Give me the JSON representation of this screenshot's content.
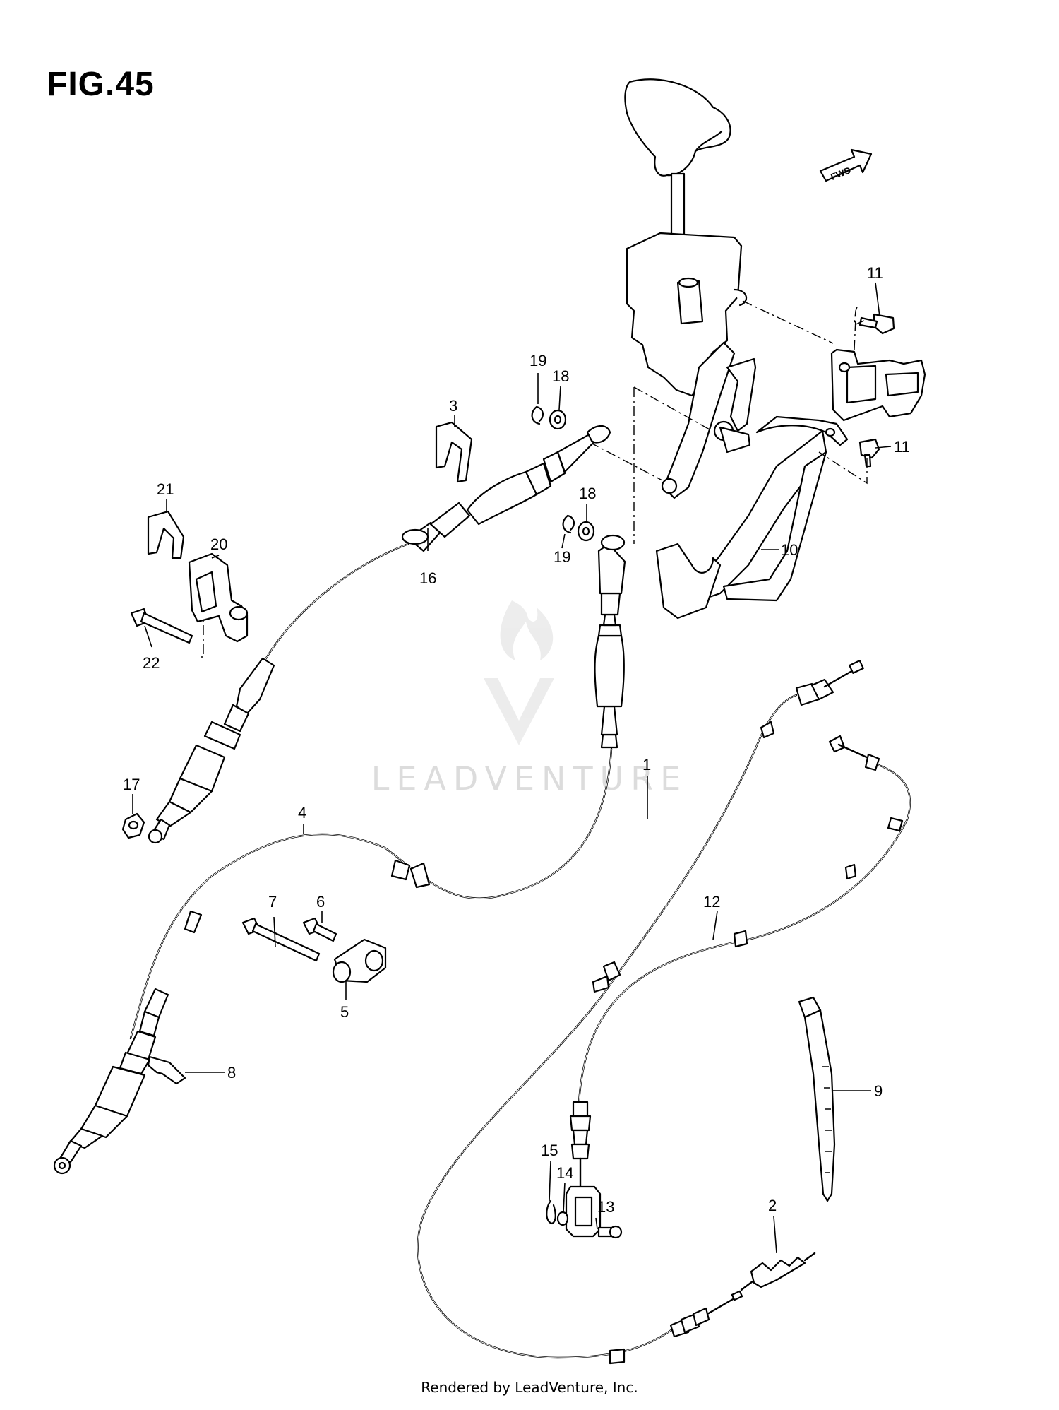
{
  "figure": {
    "title": "FIG.45",
    "fwd_label": "FWD",
    "footer": "Rendered by LeadVenture, Inc.",
    "watermark": "LEADVENTURE"
  },
  "callouts": {
    "p1": "1",
    "p2": "2",
    "p3": "3",
    "p4": "4",
    "p5": "5",
    "p6": "6",
    "p7": "7",
    "p8": "8",
    "p9": "9",
    "p10": "10",
    "p11a": "11",
    "p11b": "11",
    "p12": "12",
    "p13": "13",
    "p14": "14",
    "p15": "15",
    "p16": "16",
    "p17": "17",
    "p18a": "18",
    "p18b": "18",
    "p19a": "19",
    "p19b": "19",
    "p20": "20",
    "p21": "21",
    "p22": "22"
  }
}
